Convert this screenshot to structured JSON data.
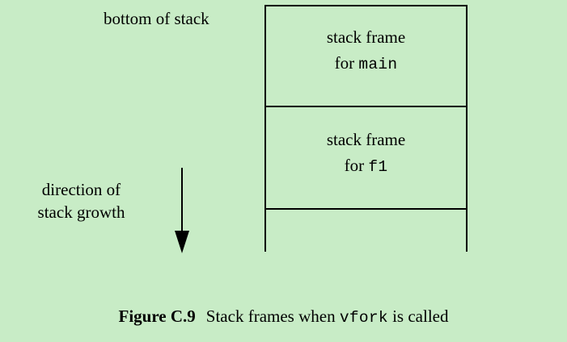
{
  "figure": {
    "background_color": "#c8ecc6",
    "ink_color": "#000000",
    "labels": {
      "bottom_of_stack": "bottom of stack",
      "direction_line1": "direction of",
      "direction_line2": "stack growth"
    },
    "frames": [
      {
        "name": "frame-main",
        "line1": "stack frame",
        "line2_prefix": "for ",
        "line2_code": "main",
        "closed": true
      },
      {
        "name": "frame-f1",
        "line1": "stack frame",
        "line2_prefix": "for ",
        "line2_code": "f1",
        "closed": true
      },
      {
        "name": "frame-open",
        "line1": "",
        "line2_prefix": "",
        "line2_code": "",
        "closed": false
      }
    ],
    "arrow": {
      "direction": "down",
      "name": "down-arrow-icon"
    },
    "caption": {
      "figure_number": "Figure C.9",
      "text_before": "Stack frames when ",
      "code": "vfork",
      "text_after": " is called"
    }
  }
}
